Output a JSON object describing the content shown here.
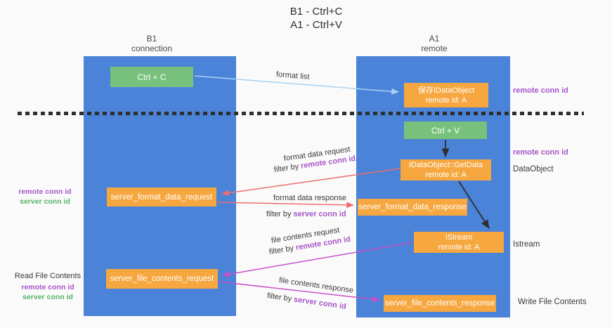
{
  "title": {
    "line1": "B1 - Ctrl+C",
    "line2": "A1 - Ctrl+V"
  },
  "lanes": {
    "left": {
      "header_line1": "B1",
      "header_line2": "connection"
    },
    "right": {
      "header_line1": "A1",
      "header_line2": "remote"
    }
  },
  "nodes": {
    "ctrl_c": "Ctrl + C",
    "ctrl_v": "Ctrl + V",
    "save_dataobject": {
      "line1": "保存IDataObject",
      "line2": "remote id: A"
    },
    "getdata": {
      "line1": "IDataObject::GetData",
      "line2": "remote id: A"
    },
    "istream": {
      "line1": "IStream",
      "line2": "remote id: A"
    },
    "format_request": "server_format_data_request",
    "format_response": "server_format_data_response",
    "file_request": "server_file_contents_request",
    "file_response": "server_file_contents_response"
  },
  "side_labels": {
    "right_top_conn": "remote conn id",
    "right_mid_conn": "remote conn id",
    "dataobject": "DataObject",
    "istream": "Istream",
    "write_file": "Write File Contents",
    "left_format": {
      "remote": "remote conn id",
      "server": "server conn id"
    },
    "read_file": "Read File Contents",
    "left_file": {
      "remote": "remote conn id",
      "server": "server conn id"
    }
  },
  "edge_labels": {
    "format_list": "format list",
    "filter_prefix": "filter by",
    "format_request": "format data request",
    "format_request_filter_key": "remote conn id",
    "format_response": "format data response",
    "format_response_filter_key": "server conn id",
    "file_request": "file contents request",
    "file_request_filter_key": "remote conn id",
    "file_response": "file contents response",
    "file_response_filter_key": "server conn id"
  },
  "colors": {
    "background": "#fafafa",
    "lane_blue": "#4a83d7",
    "node_green": "#77c17c",
    "node_orange": "#f6a73f",
    "label_purple": "#a855c8",
    "label_green": "#56b365",
    "arrow_salmon": "#ee6e6e",
    "arrow_magenta": "#c750c8",
    "arrow_lightblue": "#a9d2f0",
    "arrow_black": "#2e2e2e",
    "text_dark": "#3a3a3a"
  }
}
